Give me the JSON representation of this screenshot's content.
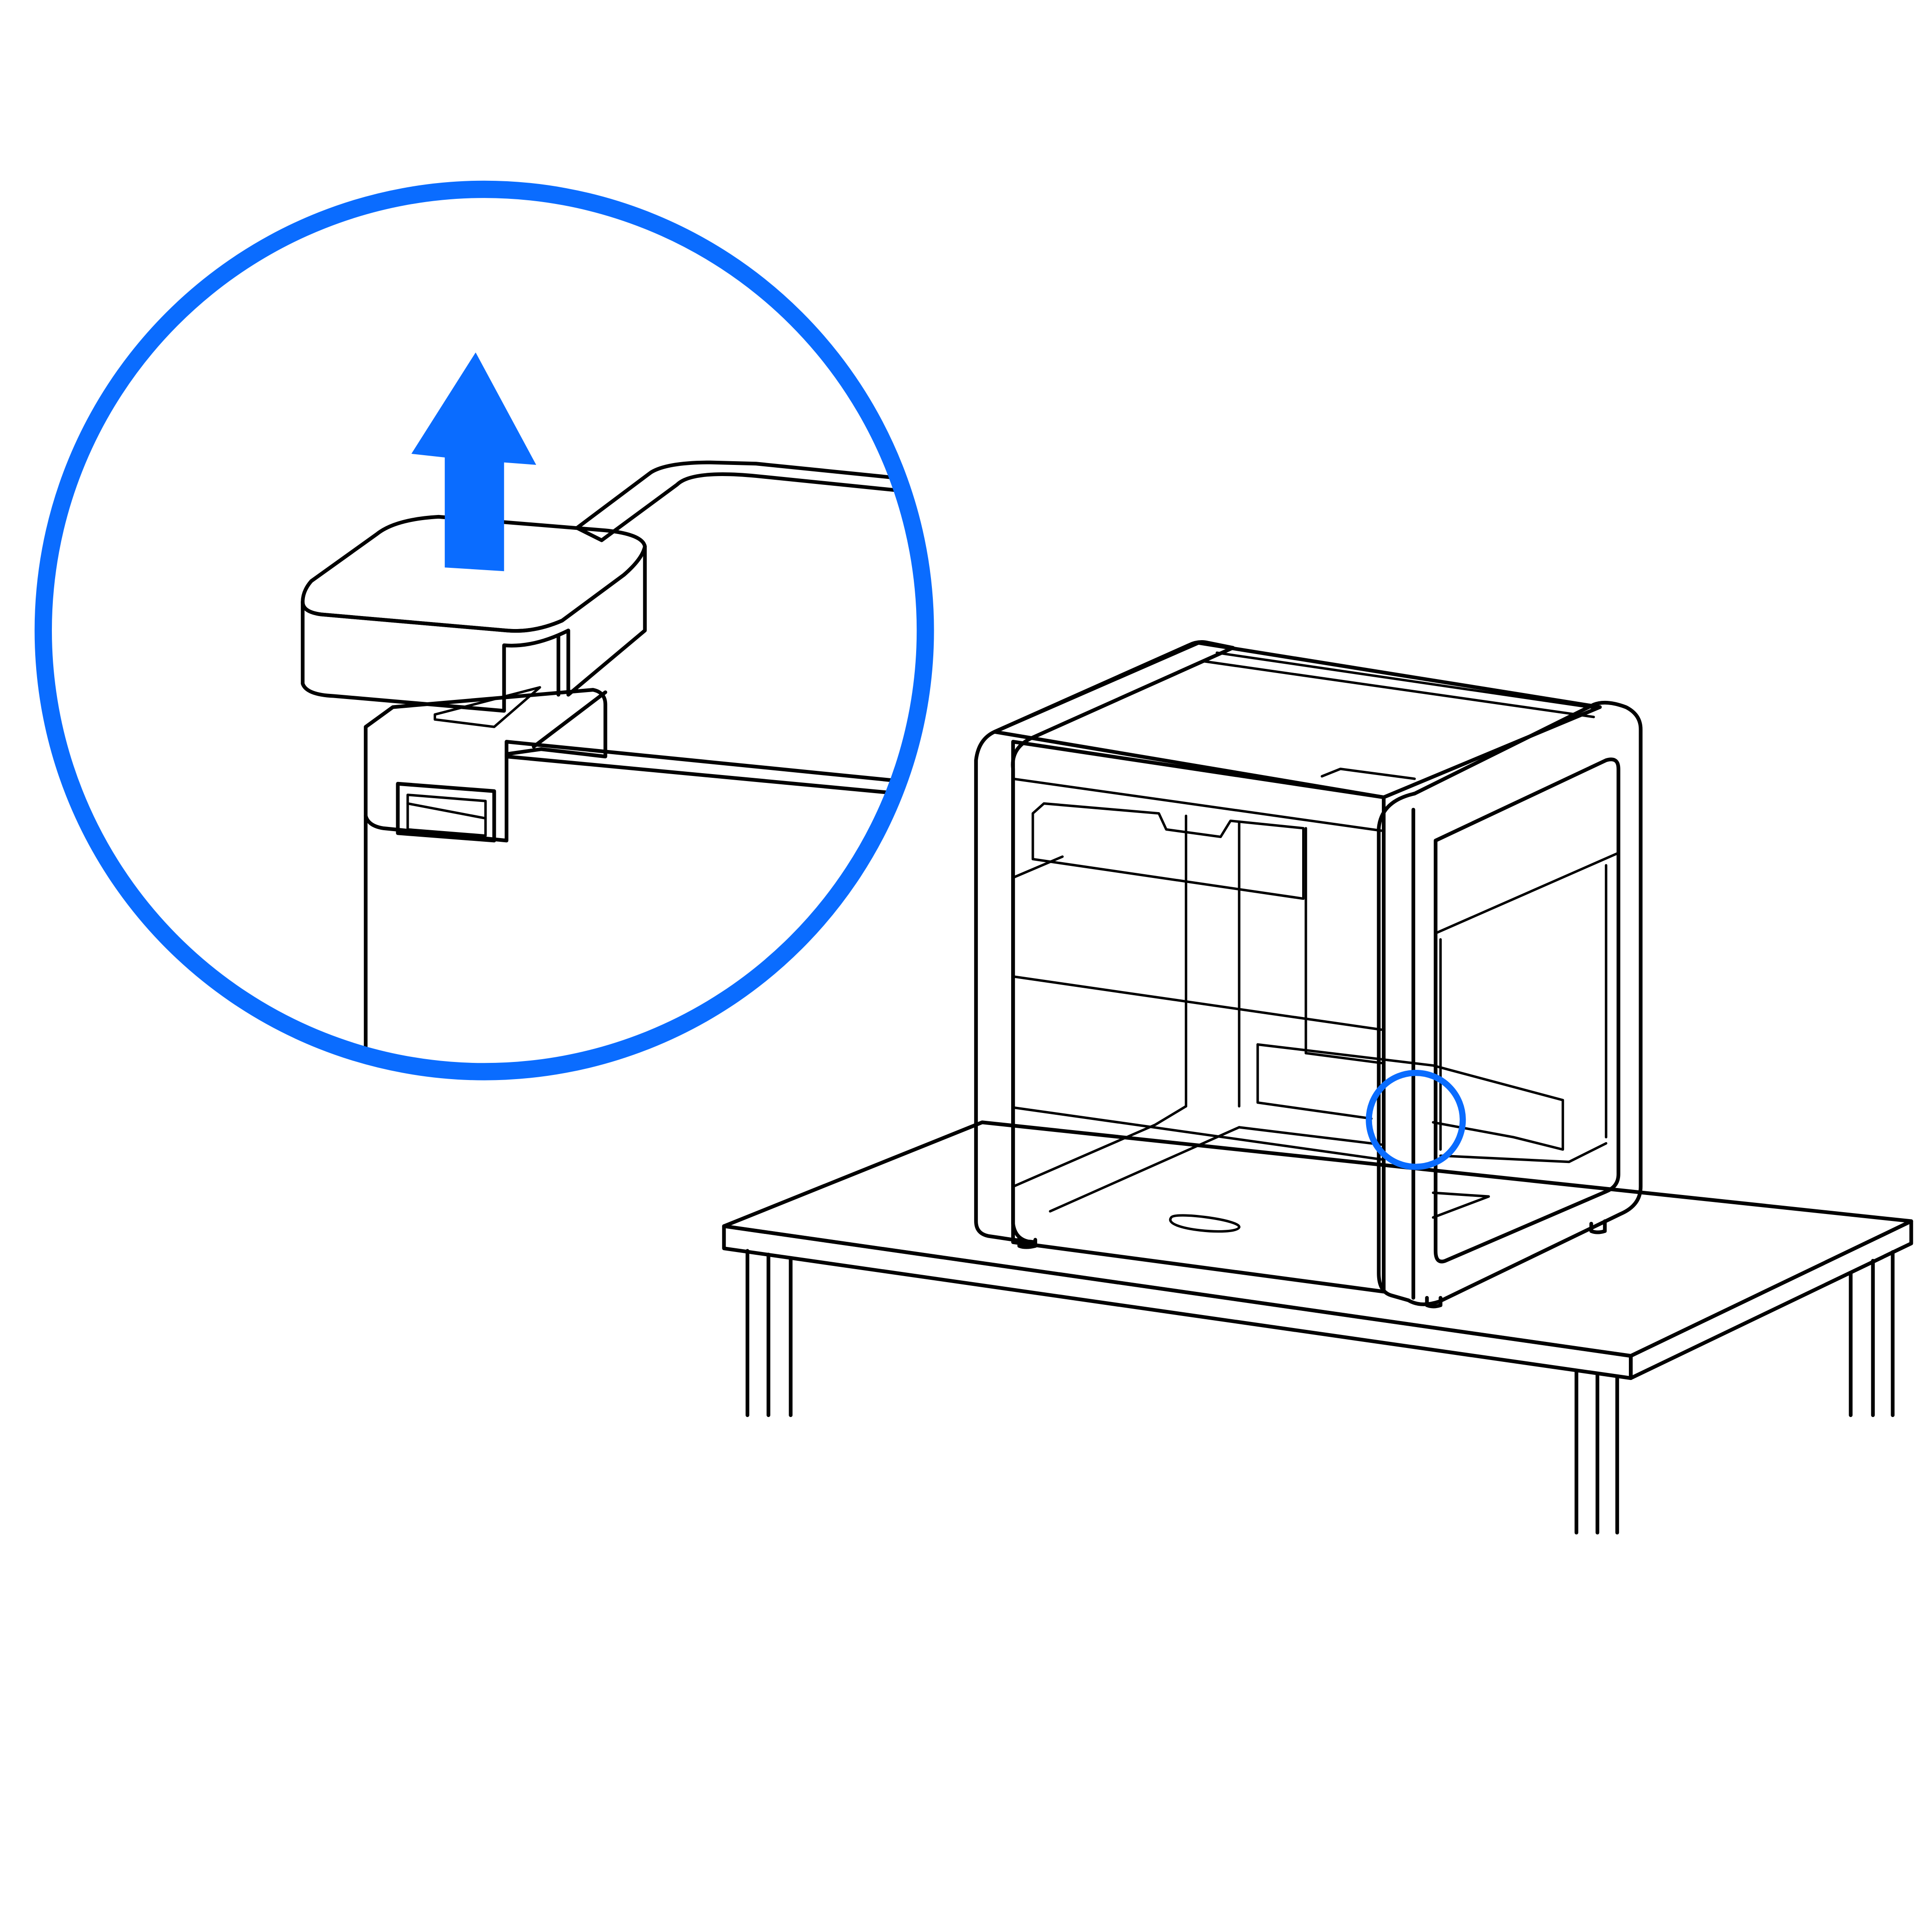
{
  "illustration": {
    "step": "remove-packing-clip",
    "direction": "up",
    "colors": {
      "highlight": "#0a6cff",
      "clip": "#e38600",
      "frame": "#bfbfbf",
      "outline": "#000000",
      "background": "#ffffff"
    },
    "icons": [
      "zoom-callout",
      "lift-arrow",
      "packing-clip",
      "enclosure-frame",
      "table"
    ]
  }
}
